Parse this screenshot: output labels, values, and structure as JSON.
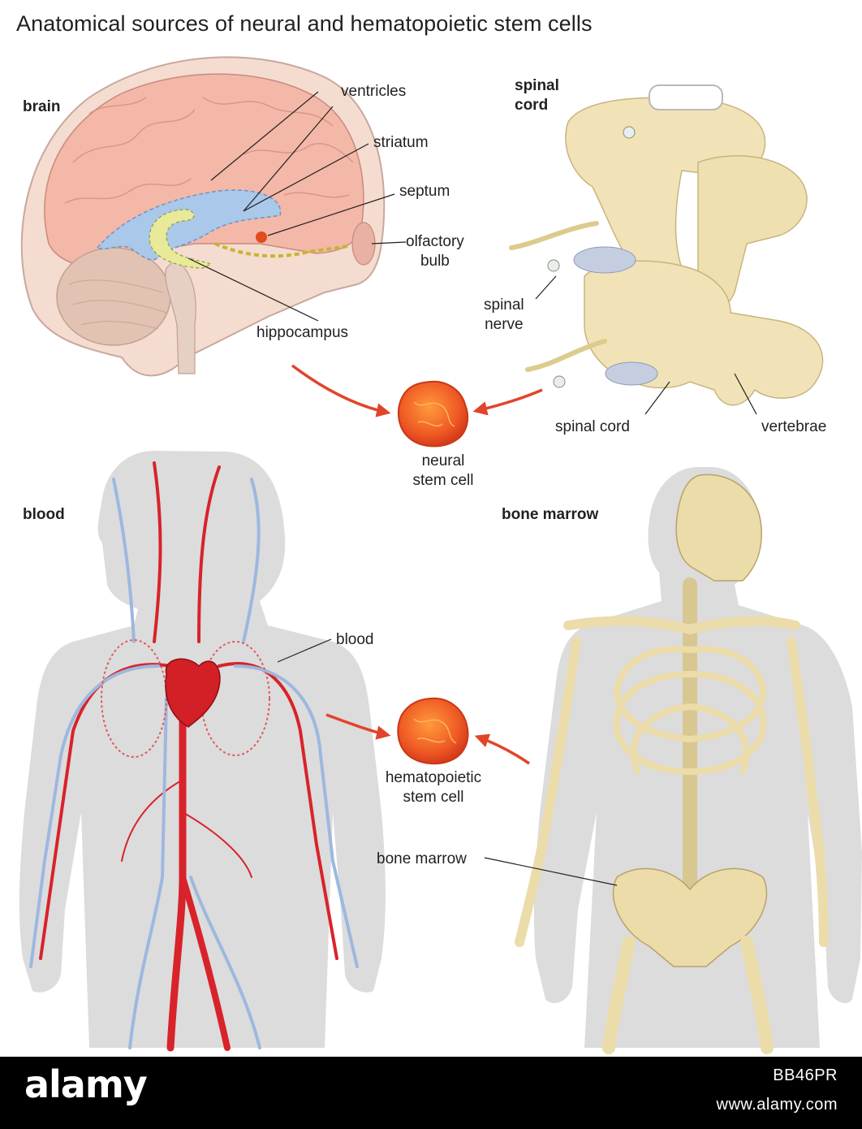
{
  "title": "Anatomical sources of neural and hematopoietic stem cells",
  "sections": {
    "brain": "brain",
    "spinal_cord": "spinal\ncord",
    "blood": "blood",
    "bone_marrow": "bone marrow"
  },
  "labels": {
    "ventricles": "ventricles",
    "striatum": "striatum",
    "septum": "septum",
    "olfactory_bulb": "olfactory\nbulb",
    "hippocampus": "hippocampus",
    "spinal_nerve": "spinal\nnerve",
    "spinal_cord": "spinal cord",
    "vertebrae": "vertebrae",
    "neural_stem_cell": "neural\nstem cell",
    "blood": "blood",
    "hematopoietic_stem_cell": "hematopoietic\nstem cell",
    "bone_marrow": "bone marrow"
  },
  "watermark": {
    "brand": "alamy",
    "stock_id": "BB46PR",
    "url": "www.alamy.com"
  },
  "colors": {
    "arrow": "#e1442a",
    "cell": "#ee5a24",
    "ventricle": "#a9c8ea",
    "artery": "#d8232a",
    "vein": "#9db8df",
    "bone": "#ecdcaa",
    "silhouette": "#dcdcdc"
  }
}
